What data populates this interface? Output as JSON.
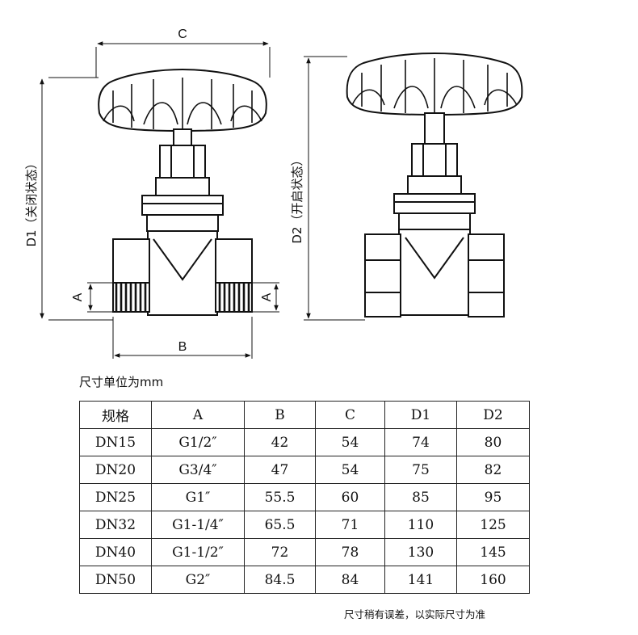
{
  "dimensions": {
    "c": "C",
    "b": "B",
    "a_left": "A",
    "a_right": "A",
    "d1": "D1（关闭状态）",
    "d2": "D2（开启状态）"
  },
  "unit_note": "尺寸单位为mm",
  "table": {
    "headers": [
      "规格",
      "A",
      "B",
      "C",
      "D1",
      "D2"
    ],
    "rows": [
      [
        "DN15",
        "G1/2″",
        "42",
        "54",
        "74",
        "80"
      ],
      [
        "DN20",
        "G3/4″",
        "47",
        "54",
        "75",
        "82"
      ],
      [
        "DN25",
        "G1″",
        "55.5",
        "60",
        "85",
        "95"
      ],
      [
        "DN32",
        "G1-1/4″",
        "65.5",
        "71",
        "110",
        "125"
      ],
      [
        "DN40",
        "G1-1/2″",
        "72",
        "78",
        "130",
        "145"
      ],
      [
        "DN50",
        "G2″",
        "84.5",
        "84",
        "141",
        "160"
      ]
    ]
  },
  "footnote": "尺寸稍有误差，以实际尺寸为准",
  "colors": {
    "line": "#111111",
    "handwheel": "#ffffff"
  }
}
